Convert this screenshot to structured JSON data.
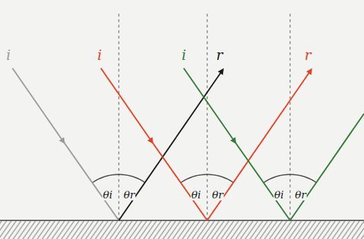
{
  "diagram": {
    "labels": [
      "i",
      "i",
      "i",
      "r",
      "r",
      "θi",
      "θr",
      "θi",
      "θr",
      "θi",
      "θr"
    ]
  }
}
